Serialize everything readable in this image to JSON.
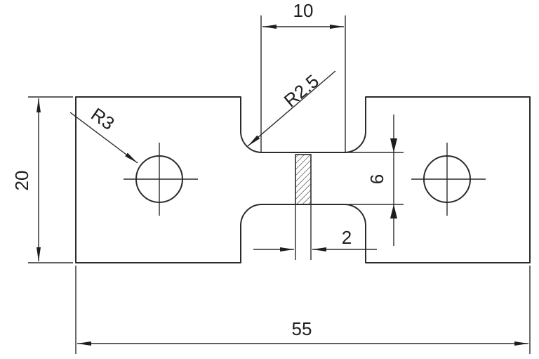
{
  "colors": {
    "line": "#2b2b2b",
    "hatch": "#2b2b2b",
    "background": "#ffffff"
  },
  "dimensions": {
    "overall_length": "55",
    "height": "20",
    "gauge_length": "10",
    "gauge_width": "6",
    "section_thickness": "2",
    "fillet_radius": "R2.5",
    "hole_radius": "R3"
  }
}
